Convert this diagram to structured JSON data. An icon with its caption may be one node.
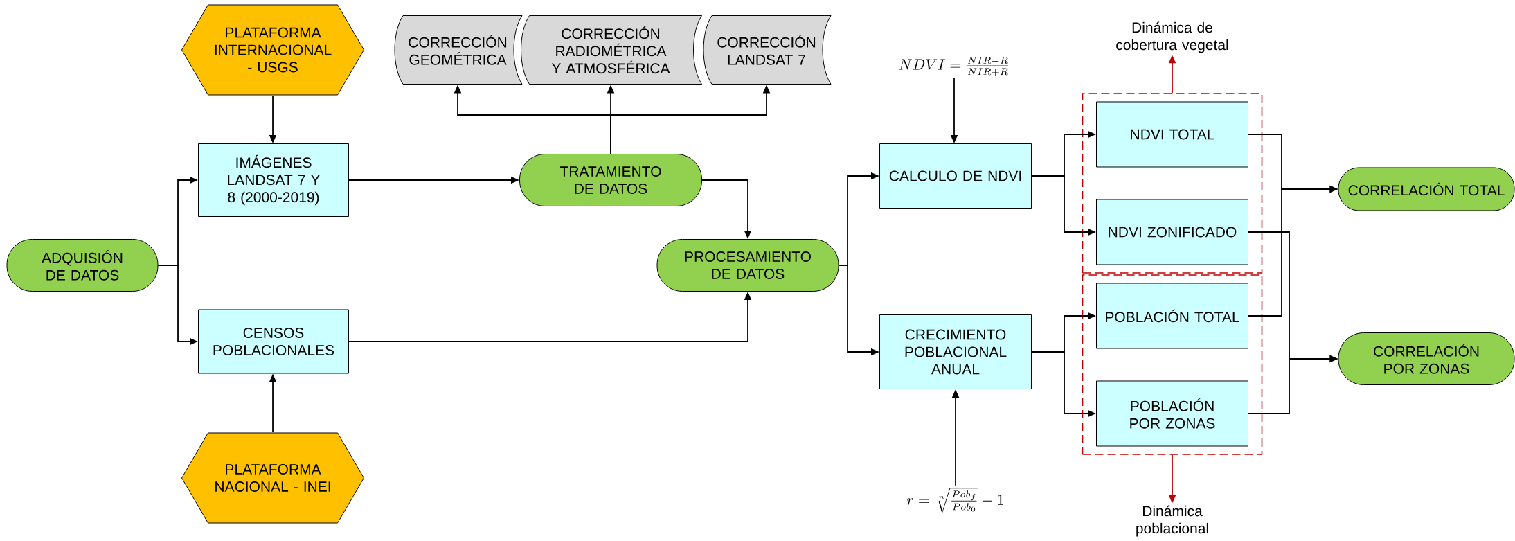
{
  "diagram": {
    "nodes": [
      {
        "text": [
          "PLATAFORMA INTERNACIONAL - USGS"
        ]
      },
      {
        "text": [
          "CORRECCIÓN GEOMÉTRICA"
        ]
      },
      {
        "text": [
          "CORRECCIÓN RADIOMÉTRICA Y ATMOSFÉRICA"
        ]
      },
      {
        "text": [
          "CORRECCIÓN LANDSAT 7"
        ]
      },
      {
        "text": [
          "NDVI=\\frac{NIR-R}{NIR+R}"
        ]
      },
      {
        "text": [
          "Dinámica de cobertura vegetal"
        ]
      },
      {
        "text": [
          "IMÁGENES LANDSAT 7 Y 8 (2000-2019)"
        ]
      },
      {
        "text": [
          "TRATAMIENTO DE DATOS"
        ]
      },
      {
        "text": [
          "CALCULO DE NDVI"
        ]
      },
      {
        "text": [],
        "shape": "box"
      },
      {
        "text": [
          "NDVI TOTAL"
        ],
        "in": 9
      },
      {
        "text": [
          "NDVI ZONIFICADO"
        ],
        "in": 9
      },
      {
        "text": [
          "CORRELACIÓN TOTAL"
        ]
      },
      {
        "text": [
          "ADQUISIÓN DE DATOS"
        ]
      },
      {
        "text": [
          "PROCESAMIENTO DE DATOS"
        ]
      },
      {
        "text": [],
        "shape": "box"
      },
      {
        "text": [
          "POBLACIÓN TOTAL"
        ],
        "in": 15
      },
      {
        "text": [
          "CENSOS POBLACIONALES"
        ]
      },
      {
        "text": [
          "CRECIMIENTO POBLACIONAL ANUAL"
        ]
      },
      {
        "text": [
          "CORRELACIÓN POR ZONAS"
        ]
      },
      {
        "text": [
          "POBLACIÓN POR ZONAS"
        ],
        "in": 15
      },
      {
        "text": [
          "PLATAFORMA NACIONAL - INEI"
        ]
      },
      {
        "text": [
          "r=\\sqrt[n]{\\frac{Pob_f}{Pob_0}}-1"
        ]
      },
      {
        "text": [
          "Dinámica poblacional"
        ]
      }
    ],
    "edges": [
      {
        "from": 0,
        "to": 6,
        "arrow": "to"
      },
      {
        "from": 13,
        "to": 6,
        "arrow": "to"
      },
      {
        "from": 13,
        "to": 17,
        "arrow": "to"
      },
      {
        "from": 21,
        "to": 17,
        "arrow": "to"
      },
      {
        "from": 6,
        "to": 7,
        "arrow": "to"
      },
      {
        "from": 7,
        "to": 1,
        "arrow": "to"
      },
      {
        "from": 7,
        "to": 2,
        "arrow": "to"
      },
      {
        "from": 7,
        "to": 3,
        "arrow": "to"
      },
      {
        "from": 7,
        "to": 14,
        "arrow": "to"
      },
      {
        "from": 17,
        "to": 14,
        "arrow": "to"
      },
      {
        "from": 4,
        "to": 8,
        "arrow": "to"
      },
      {
        "from": 14,
        "to": 8,
        "arrow": "to"
      },
      {
        "from": 14,
        "to": 18,
        "arrow": "to"
      },
      {
        "from": 22,
        "to": 18,
        "arrow": "to"
      },
      {
        "from": 8,
        "to": 10,
        "arrow": "to"
      },
      {
        "from": 8,
        "to": 11,
        "arrow": "to"
      },
      {
        "from": 18,
        "to": 16,
        "arrow": "to"
      },
      {
        "from": 18,
        "to": 20,
        "arrow": "to"
      },
      {
        "from": 10,
        "to": 12,
        "arrow": "to"
      },
      {
        "from": 16,
        "to": 12,
        "arrow": "to"
      },
      {
        "from": 11,
        "to": 19,
        "arrow": "to"
      },
      {
        "from": 20,
        "to": 19,
        "arrow": "to"
      },
      {
        "from": 9,
        "to": 5,
        "arrow": "to",
        "color": "#c00000"
      },
      {
        "from": 15,
        "to": 23,
        "arrow": "to",
        "color": "#c00000"
      }
    ]
  }
}
